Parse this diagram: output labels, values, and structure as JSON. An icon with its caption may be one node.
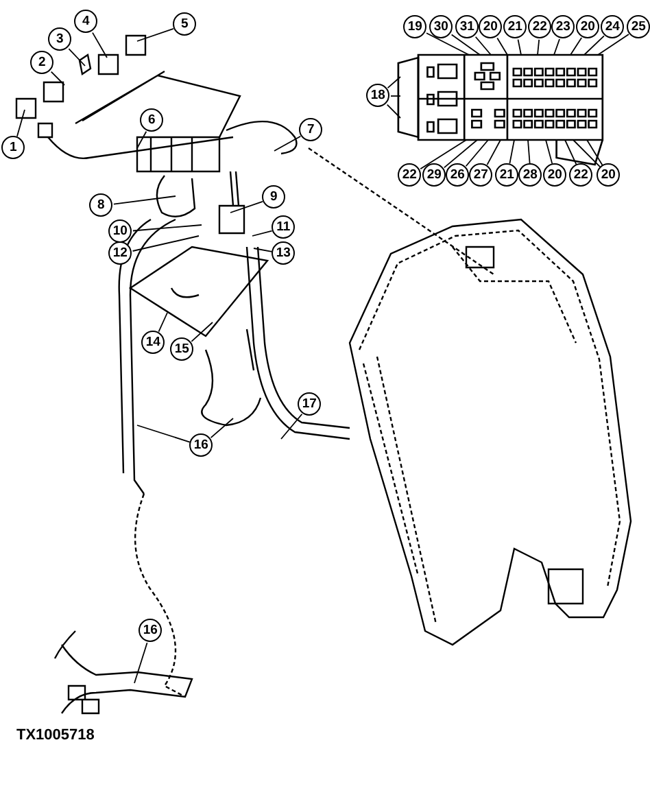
{
  "diagram": {
    "nodes": [
      {
        "text": [
          "4"
        ]
      },
      {
        "text": [
          "5"
        ]
      },
      {
        "text": [
          "19"
        ]
      },
      {
        "text": [
          "30"
        ]
      },
      {
        "text": [
          "31"
        ]
      },
      {
        "text": [
          "20"
        ]
      },
      {
        "text": [
          "21"
        ]
      },
      {
        "text": [
          "22"
        ]
      },
      {
        "text": [
          "23"
        ]
      },
      {
        "text": [
          "20"
        ]
      },
      {
        "text": [
          "24"
        ]
      },
      {
        "text": [
          "25"
        ]
      },
      {
        "text": [
          "3"
        ]
      },
      {
        "text": [
          "2"
        ]
      },
      {
        "text": [
          "18"
        ]
      },
      {
        "text": [
          "6"
        ]
      },
      {
        "text": [
          "7"
        ]
      },
      {
        "text": [
          "1"
        ]
      },
      {
        "text": [
          "22"
        ]
      },
      {
        "text": [
          "29"
        ]
      },
      {
        "text": [
          "26"
        ]
      },
      {
        "text": [
          "27"
        ]
      },
      {
        "text": [
          "21"
        ]
      },
      {
        "text": [
          "28"
        ]
      },
      {
        "text": [
          "20"
        ]
      },
      {
        "text": [
          "22"
        ]
      },
      {
        "text": [
          "20"
        ]
      },
      {
        "text": [
          "9"
        ]
      },
      {
        "text": [
          "8"
        ]
      },
      {
        "text": [
          "11"
        ]
      },
      {
        "text": [
          "10"
        ]
      },
      {
        "text": [
          "12"
        ]
      },
      {
        "text": [
          "13"
        ]
      },
      {
        "text": [
          "14"
        ]
      },
      {
        "text": [
          "15"
        ]
      },
      {
        "text": [
          "17"
        ]
      },
      {
        "text": [
          "16"
        ]
      },
      {
        "text": [
          "16"
        ]
      },
      {
        "text": [],
        "shape": "box"
      }
    ],
    "edges": [
      {
        "from": 0,
        "to": null,
        "arrow": "none"
      },
      {
        "from": 1,
        "to": null,
        "arrow": "none"
      },
      {
        "from": 2,
        "to": 38,
        "arrow": "none"
      },
      {
        "from": 3,
        "to": 38,
        "arrow": "none"
      },
      {
        "from": 4,
        "to": 38,
        "arrow": "none"
      },
      {
        "from": 5,
        "to": 38,
        "arrow": "none"
      },
      {
        "from": 6,
        "to": 38,
        "arrow": "none"
      },
      {
        "from": 7,
        "to": 38,
        "arrow": "none"
      },
      {
        "from": 8,
        "to": 38,
        "arrow": "none"
      },
      {
        "from": 9,
        "to": 38,
        "arrow": "none"
      },
      {
        "from": 10,
        "to": 38,
        "arrow": "none"
      },
      {
        "from": 11,
        "to": 38,
        "arrow": "none"
      },
      {
        "from": 12,
        "to": null,
        "arrow": "none"
      },
      {
        "from": 13,
        "to": null,
        "arrow": "none"
      },
      {
        "from": 14,
        "to": 38,
        "arrow": "none"
      },
      {
        "from": 14,
        "to": 38,
        "arrow": "none"
      },
      {
        "from": 14,
        "to": 38,
        "arrow": "none"
      },
      {
        "from": 15,
        "to": null,
        "arrow": "none"
      },
      {
        "from": 16,
        "to": null,
        "arrow": "none"
      },
      {
        "from": 17,
        "to": null,
        "arrow": "none"
      },
      {
        "from": 18,
        "to": 38,
        "arrow": "none"
      },
      {
        "from": 19,
        "to": 38,
        "arrow": "none"
      },
      {
        "from": 20,
        "to": 38,
        "arrow": "none"
      },
      {
        "from": 21,
        "to": 38,
        "arrow": "none"
      },
      {
        "from": 22,
        "to": 38,
        "arrow": "none"
      },
      {
        "from": 23,
        "to": 38,
        "arrow": "none"
      },
      {
        "from": 24,
        "to": 38,
        "arrow": "none"
      },
      {
        "from": 25,
        "to": 38,
        "arrow": "none"
      },
      {
        "from": 26,
        "to": 38,
        "arrow": "none"
      },
      {
        "from": 26,
        "to": 38,
        "arrow": "none"
      },
      {
        "from": 27,
        "to": null,
        "arrow": "none"
      },
      {
        "from": 28,
        "to": null,
        "arrow": "none"
      },
      {
        "from": 29,
        "to": null,
        "arrow": "none"
      },
      {
        "from": 30,
        "to": null,
        "arrow": "none"
      },
      {
        "from": 31,
        "to": null,
        "arrow": "none"
      },
      {
        "from": 32,
        "to": null,
        "arrow": "none"
      },
      {
        "from": 33,
        "to": null,
        "arrow": "none"
      },
      {
        "from": 34,
        "to": null,
        "arrow": "none"
      },
      {
        "from": 35,
        "to": null,
        "arrow": "none"
      },
      {
        "from": 36,
        "to": null,
        "arrow": "none"
      },
      {
        "from": 36,
        "to": null,
        "arrow": "none"
      },
      {
        "from": 37,
        "to": null,
        "arrow": "none"
      }
    ],
    "labels": [
      "TX1005718"
    ]
  }
}
